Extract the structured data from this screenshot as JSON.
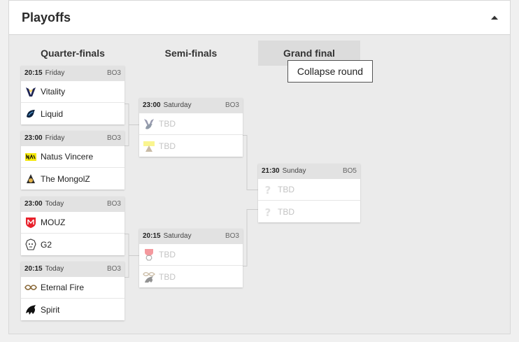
{
  "panel": {
    "title": "Playoffs"
  },
  "rounds": [
    {
      "label": "Quarter-finals"
    },
    {
      "label": "Semi-finals"
    },
    {
      "label": "Grand final"
    }
  ],
  "tooltip": {
    "text": "Collapse round"
  },
  "matches": {
    "qf1": {
      "time": "20:15",
      "day": "Friday",
      "format": "BO3",
      "team1": {
        "name": "Vitality",
        "icon": "vitality-logo"
      },
      "team2": {
        "name": "Liquid",
        "icon": "liquid-logo"
      }
    },
    "qf2": {
      "time": "23:00",
      "day": "Friday",
      "format": "BO3",
      "team1": {
        "name": "Natus Vincere",
        "icon": "navi-logo"
      },
      "team2": {
        "name": "The MongolZ",
        "icon": "mongolz-logo"
      }
    },
    "qf3": {
      "time": "23:00",
      "day": "Today",
      "format": "BO3",
      "team1": {
        "name": "MOUZ",
        "icon": "mouz-logo"
      },
      "team2": {
        "name": "G2",
        "icon": "g2-logo"
      }
    },
    "qf4": {
      "time": "20:15",
      "day": "Today",
      "format": "BO3",
      "team1": {
        "name": "Eternal Fire",
        "icon": "eternal-fire-logo"
      },
      "team2": {
        "name": "Spirit",
        "icon": "spirit-logo"
      }
    },
    "sf1": {
      "time": "23:00",
      "day": "Saturday",
      "format": "BO3",
      "team1": {
        "name": "TBD",
        "icon": "vitality-liquid-placeholder-logo"
      },
      "team2": {
        "name": "TBD",
        "icon": "navi-mongolz-placeholder-logo"
      }
    },
    "sf2": {
      "time": "20:15",
      "day": "Saturday",
      "format": "BO3",
      "team1": {
        "name": "TBD",
        "icon": "mouz-g2-placeholder-logo"
      },
      "team2": {
        "name": "TBD",
        "icon": "eternalfire-spirit-placeholder-logo"
      }
    },
    "gf": {
      "time": "21:30",
      "day": "Sunday",
      "format": "BO5",
      "team1": {
        "name": "TBD",
        "icon": "question-mark-icon"
      },
      "team2": {
        "name": "TBD",
        "icon": "question-mark-icon"
      }
    }
  },
  "colors": {
    "header_bg": "#e2e2e2",
    "tbd_text": "#c4c4c4",
    "connector": "#cccccc",
    "navi_yellow": "#f5e90a",
    "mouz_red": "#e8202a"
  }
}
